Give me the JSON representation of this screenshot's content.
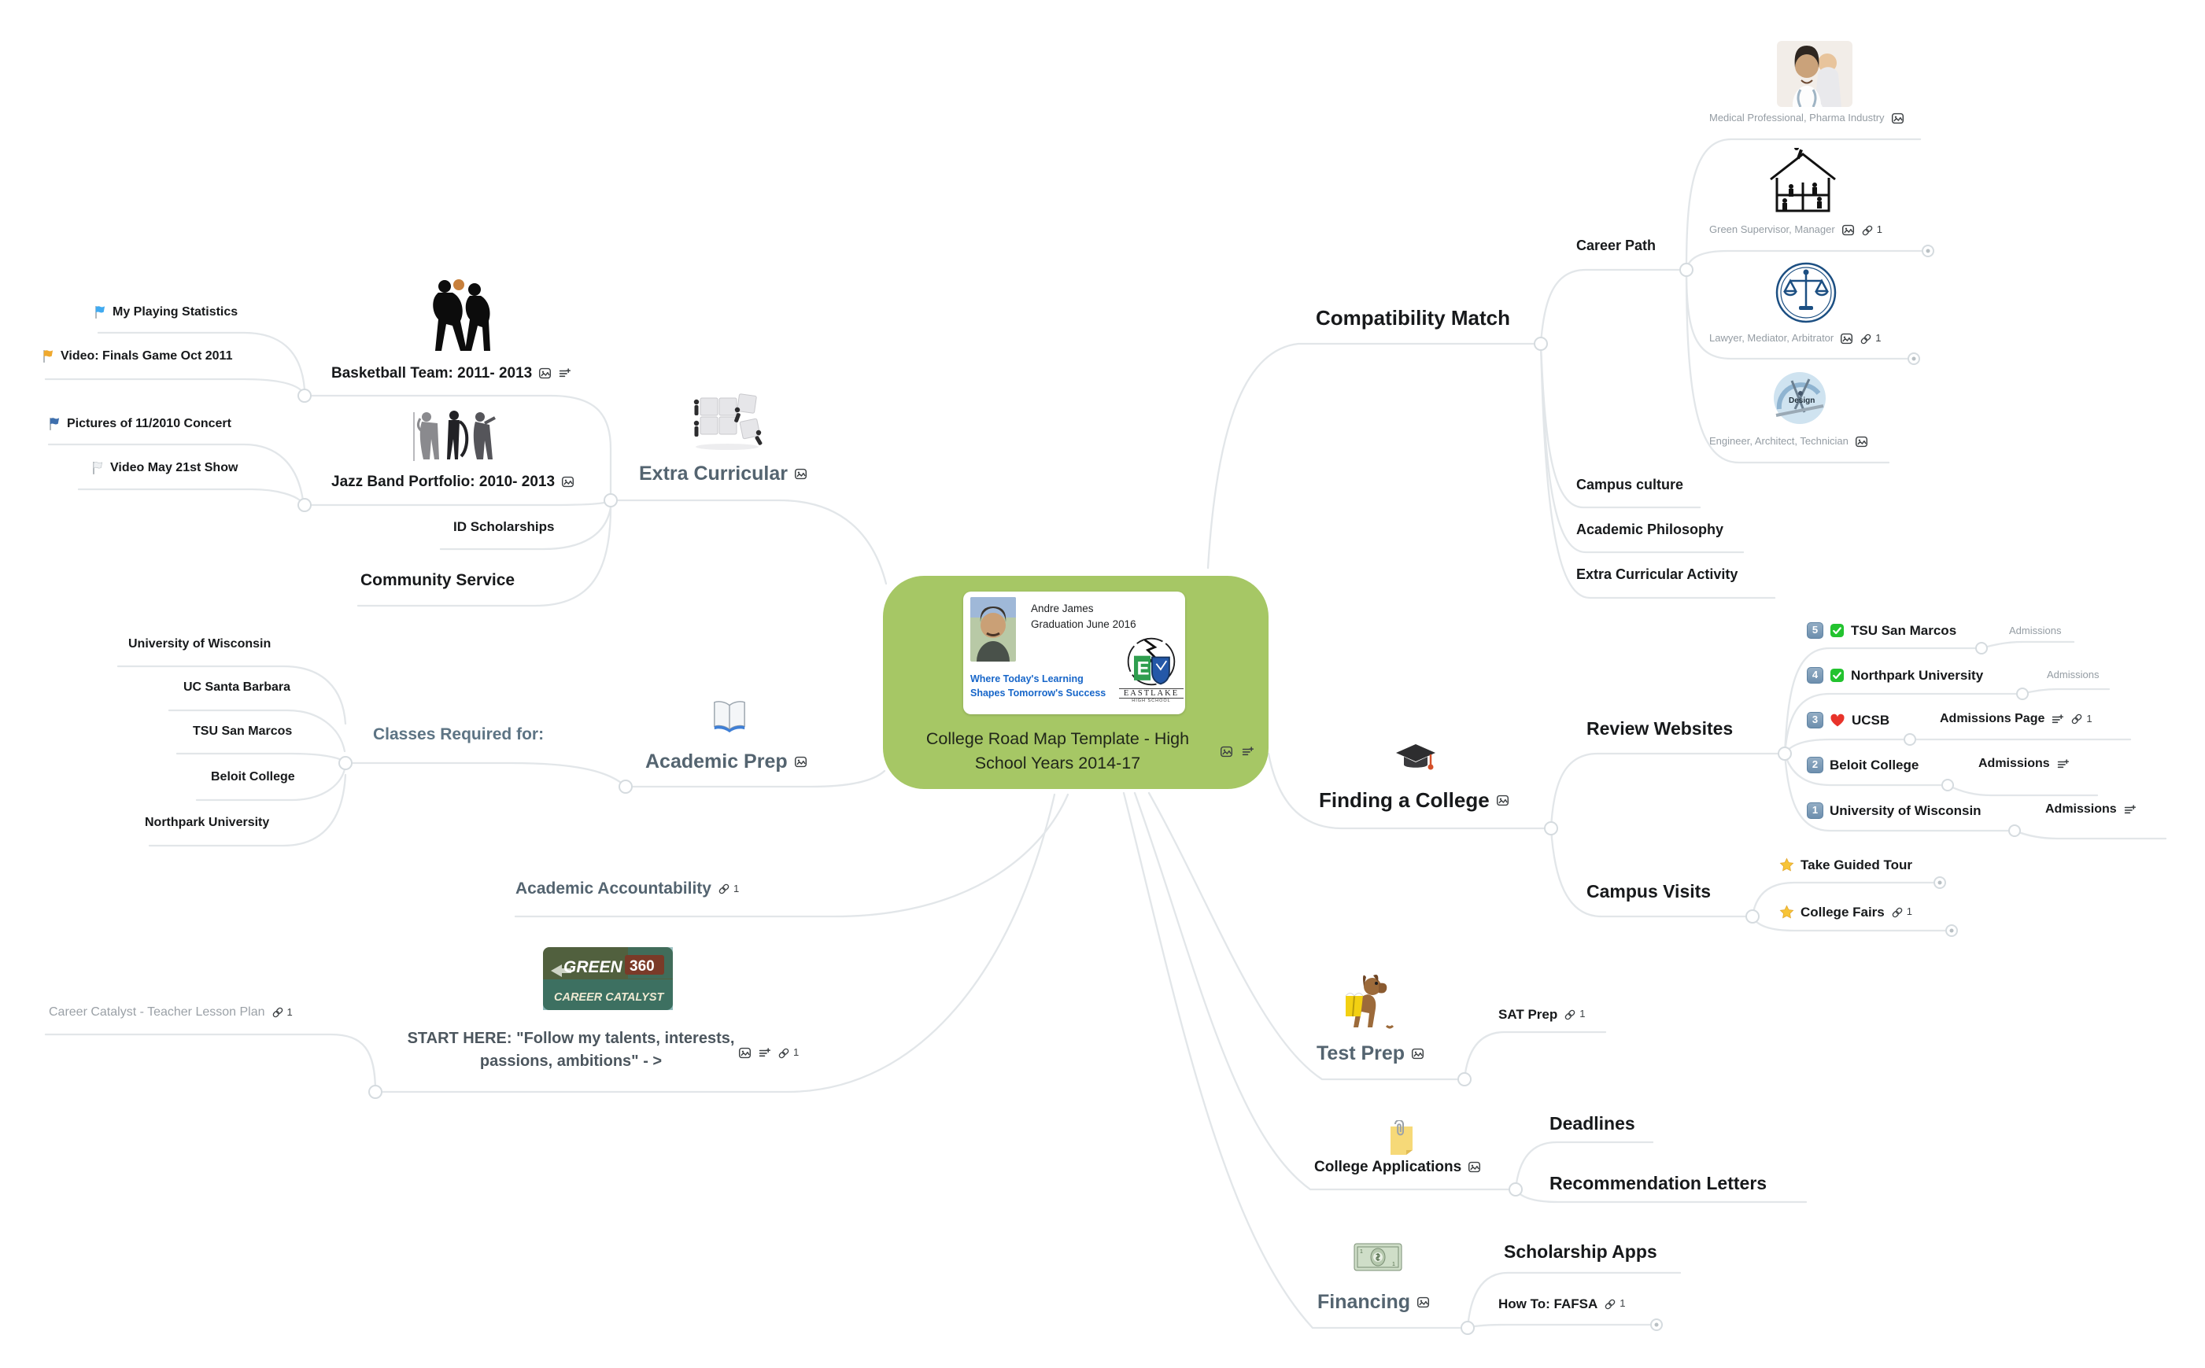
{
  "app": {
    "name": "college-road-map-mind-map"
  },
  "colors": {
    "root_bg": "#a6c765",
    "connector": "#e2e6e9",
    "heading_black": "#17191b",
    "heading_gray": "#546470",
    "heading_slate": "#5d7484",
    "small_gray": "#949ca3",
    "lesson_gray": "#9ba1a7",
    "slogan_blue": "#1766c9",
    "flag_blue": "#41aaf0",
    "flag_orange": "#efa92f",
    "flag_navy": "#3e6fad",
    "flag_white": "#eef0f2",
    "badge_bg": "#7595b2",
    "check_green": "#23c32f",
    "heart_red": "#e8332a",
    "star_yellow": "#f7c437"
  },
  "icons": {
    "image_icon": "picture-attachment",
    "notes_icon": "add-notes",
    "link_icon": "hyperlink",
    "flag_icon": "flag-marker",
    "star_icon": "favorite-star",
    "check_icon": "green-check",
    "heart_icon": "red-heart",
    "collapsed_dot": "collapsed-children-indicator"
  },
  "root": {
    "title": "College Road Map Template - High School Years 2014-17",
    "card": {
      "name": "Andre James",
      "graduation": "Graduation June 2016",
      "slogan_line1": "Where Today's Learning",
      "slogan_line2": "Shapes Tomorrow's Success",
      "logo_title": "EASTLAKE",
      "logo_subtitle": "HIGH SCHOOL"
    }
  },
  "left": {
    "extra_curricular": {
      "label": "Extra Curricular",
      "children": {
        "basketball": {
          "label": "Basketball Team: 2011- 2013",
          "children": {
            "playing_stats": {
              "label": "My Playing Statistics"
            },
            "finals_video": {
              "label": "Video: Finals Game Oct 2011"
            }
          }
        },
        "jazz": {
          "label": "Jazz Band Portfolio: 2010- 2013",
          "children": {
            "concert_pics": {
              "label": "Pictures of 11/2010 Concert"
            },
            "may_show": {
              "label": "Video May 21st Show"
            }
          }
        },
        "id_scholarships": {
          "label": "ID Scholarships"
        },
        "community_service": {
          "label": "Community Service"
        }
      }
    },
    "academic_prep": {
      "label": "Academic Prep",
      "children": {
        "classes_required": {
          "label": "Classes Required for:",
          "children": {
            "uw": {
              "label": "University of Wisconsin"
            },
            "ucsb": {
              "label": "UC Santa Barbara"
            },
            "tsu": {
              "label": "TSU San Marcos"
            },
            "beloit": {
              "label": "Beloit College"
            },
            "northpark": {
              "label": "Northpark University"
            }
          }
        }
      }
    },
    "academic_accountability": {
      "label": "Academic Accountability",
      "link_count": "1"
    },
    "start_here": {
      "label": "START HERE: \"Follow my talents, interests, passions, ambitions\" - >",
      "link_count": "1",
      "image_text": {
        "green": "GREEN",
        "num": "360",
        "sub": "CAREER CATALYST"
      },
      "children": {
        "career_catalyst": {
          "label": "Career Catalyst - Teacher Lesson Plan",
          "link_count": "1"
        }
      }
    }
  },
  "right": {
    "compatibility_match": {
      "label": "Compatibility Match",
      "children": {
        "career_path": {
          "label": "Career Path",
          "children": {
            "medical": {
              "label": "Medical Professional, Pharma Industry"
            },
            "green_supervisor": {
              "label": "Green Supervisor, Manager",
              "link_count": "1"
            },
            "lawyer": {
              "label": "Lawyer, Mediator, Arbitrator",
              "link_count": "1"
            },
            "engineer": {
              "label": "Engineer, Architect, Technician",
              "image_text": "Design"
            }
          }
        },
        "campus_culture": {
          "label": "Campus culture"
        },
        "academic_philosophy": {
          "label": "Academic Philosophy"
        },
        "extra_curricular_activity": {
          "label": "Extra Curricular Activity"
        }
      }
    },
    "finding_a_college": {
      "label": "Finding a College",
      "children": {
        "review_websites": {
          "label": "Review Websites",
          "children": {
            "tsu": {
              "badge": "5",
              "label": "TSU San Marcos",
              "child": "Admissions"
            },
            "northpark": {
              "badge": "4",
              "label": "Northpark University",
              "child": "Admissions"
            },
            "ucsb": {
              "badge": "3",
              "label": "UCSB",
              "child": "Admissions Page",
              "link_count": "1"
            },
            "beloit": {
              "badge": "2",
              "label": "Beloit College",
              "child": "Admissions"
            },
            "wisconsin": {
              "badge": "1",
              "label": "University of Wisconsin",
              "child": "Admissions"
            }
          }
        },
        "campus_visits": {
          "label": "Campus Visits",
          "children": {
            "guided_tour": {
              "label": "Take Guided Tour"
            },
            "college_fairs": {
              "label": "College Fairs",
              "link_count": "1"
            }
          }
        }
      }
    },
    "test_prep": {
      "label": "Test Prep",
      "children": {
        "sat_prep": {
          "label": "SAT Prep",
          "link_count": "1"
        }
      }
    },
    "college_applications": {
      "label": "College Applications",
      "children": {
        "deadlines": {
          "label": "Deadlines"
        },
        "rec_letters": {
          "label": "Recommendation Letters"
        }
      }
    },
    "financing": {
      "label": "Financing",
      "children": {
        "scholarship_apps": {
          "label": "Scholarship Apps"
        },
        "fafsa": {
          "label": "How To: FAFSA",
          "link_count": "1"
        }
      }
    }
  }
}
